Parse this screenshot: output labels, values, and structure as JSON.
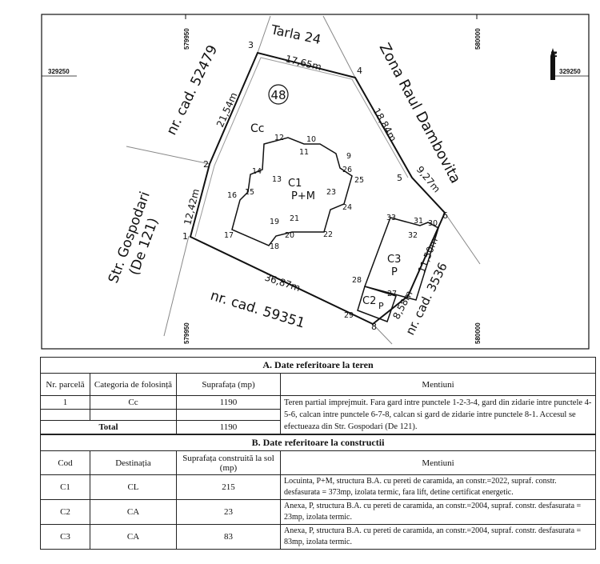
{
  "plan": {
    "parcel_number": "48",
    "category_label": "Cc",
    "coords": {
      "top_left": "579950",
      "top_right": "580000",
      "bottom_left": "579950",
      "bottom_right": "580000",
      "left": "329250",
      "right": "329250"
    },
    "north_symbol": "N",
    "labels": {
      "tarla": "Tarla 24",
      "zona": "Zona Raul Dambovita",
      "cad_top": "nr. cad. 52479",
      "cad_bottom": "nr. cad. 59351",
      "cad_right": "nr. cad. 3536",
      "str_line1": "Str. Gospodari",
      "str_line2": "(De 121)"
    },
    "distances": [
      "17,65m",
      "21,54m",
      "18,84m",
      "9,27m",
      "12,42m",
      "36,87m",
      "11,50m",
      "8,58m"
    ],
    "point_numbers": [
      "1",
      "2",
      "3",
      "4",
      "5",
      "6",
      "8",
      "9",
      "10",
      "11",
      "12",
      "13",
      "14",
      "15",
      "16",
      "17",
      "18",
      "19",
      "20",
      "21",
      "22",
      "23",
      "24",
      "25",
      "26",
      "27",
      "28",
      "29",
      "30",
      "31",
      "32",
      "33"
    ],
    "buildings": {
      "c1": {
        "code": "C1",
        "levels": "P+M"
      },
      "c2": {
        "code": "C2",
        "levels": "P"
      },
      "c3": {
        "code": "C3",
        "levels": "P"
      }
    }
  },
  "section_a": {
    "title": "A. Date referitoare la teren",
    "headers": {
      "nr": "Nr. parcelă",
      "cat": "Categoria de folosință",
      "supr": "Suprafața (mp)",
      "ment": "Mentiuni"
    },
    "row": {
      "nr": "1",
      "cat": "Cc",
      "supr": "1190"
    },
    "total_label": "Total",
    "total_value": "1190",
    "mentiuni": "Teren partial imprejmuit. Fara gard intre punctele 1-2-3-4, gard din zidarie intre punctele 4-5-6, calcan intre punctele 6-7-8, calcan si gard de zidarie intre punctele 8-1. Accesul se efectueaza din Str. Gospodari (De 121)."
  },
  "section_b": {
    "title": "B. Date referitoare la constructii",
    "headers": {
      "cod": "Cod",
      "dest": "Destinația",
      "supr": "Suprafața construită la sol (mp)",
      "ment": "Mentiuni"
    },
    "rows": [
      {
        "cod": "C1",
        "dest": "CL",
        "supr": "215",
        "ment": "Locuinta, P+M, structura B.A. cu pereti de caramida, an constr.=2022, supraf. constr. desfasurata = 373mp, izolata termic, fara lift, detine certificat energetic."
      },
      {
        "cod": "C2",
        "dest": "CA",
        "supr": "23",
        "ment": "Anexa, P, structura B.A. cu pereti de caramida, an constr.=2004, supraf. constr. desfasurata = 23mp, izolata termic."
      },
      {
        "cod": "C3",
        "dest": "CA",
        "supr": "83",
        "ment": "Anexa, P, structura B.A. cu pereti de caramida, an constr.=2004, supraf. constr. desfasurata = 83mp, izolata termic."
      }
    ]
  }
}
